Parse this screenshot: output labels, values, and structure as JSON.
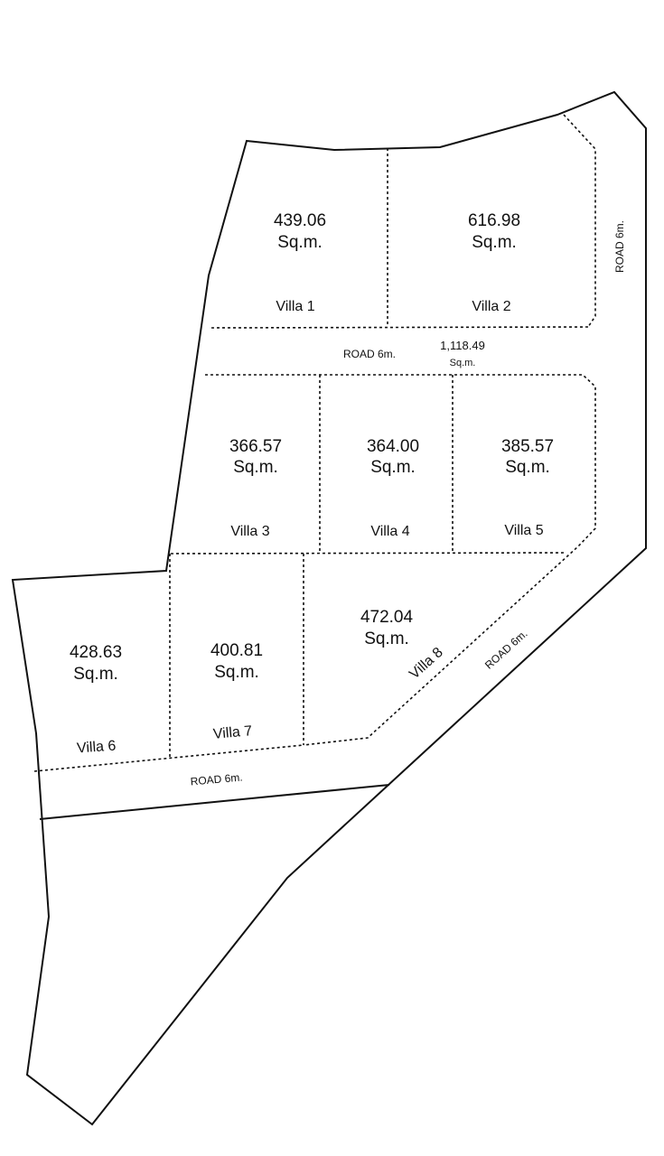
{
  "plots": [
    {
      "id": "villa-1",
      "area": "439.06",
      "unit": "Sq.m.",
      "label": "Villa 1"
    },
    {
      "id": "villa-2",
      "area": "616.98",
      "unit": "Sq.m.",
      "label": "Villa 2"
    },
    {
      "id": "villa-3",
      "area": "366.57",
      "unit": "Sq.m.",
      "label": "Villa 3"
    },
    {
      "id": "villa-4",
      "area": "364.00",
      "unit": "Sq.m.",
      "label": "Villa 4"
    },
    {
      "id": "villa-5",
      "area": "385.57",
      "unit": "Sq.m.",
      "label": "Villa 5"
    },
    {
      "id": "villa-6",
      "area": "428.63",
      "unit": "Sq.m.",
      "label": "Villa 6"
    },
    {
      "id": "villa-7",
      "area": "400.81",
      "unit": "Sq.m.",
      "label": "Villa 7"
    },
    {
      "id": "villa-8",
      "area": "472.04",
      "unit": "Sq.m.",
      "label": "Villa 8"
    }
  ],
  "roads": {
    "middle": "ROAD 6m.",
    "right": "ROAD 6m.",
    "diagonal": "ROAD 6m.",
    "bottom": "ROAD 6m.",
    "total_area": "1,118.49",
    "total_unit": "Sq.m."
  }
}
